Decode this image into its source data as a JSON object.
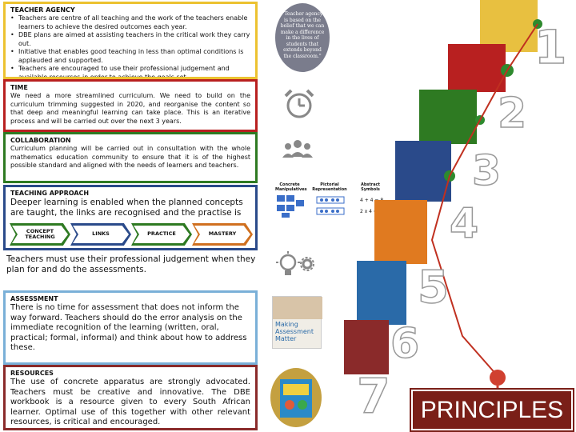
{
  "agency": {
    "heading": "TEACHER AGENCY",
    "bullets": [
      "Teachers are centre of all teaching and the work of the teachers enable learners to achieve the desired outcomes each year.",
      "DBE plans are aimed at assisting teachers in the critical work they carry out.",
      "Initiative that enables good teaching in less than optimal conditions is applauded and supported.",
      "Teachers are encouraged to use their professional judgement and available resources in order to achieve the goals set."
    ]
  },
  "time": {
    "heading": "TIME",
    "text": "We need a more streamlined curriculum. We need to build on the curriculum trimming suggested in 2020, and reorganise the content so that deep and meaningful learning can take place. This is an iterative process and will be carried out over the next 3 years."
  },
  "collaboration": {
    "heading": "COLLABORATION",
    "text": "Curriculum planning will be carried out in consultation with the whole mathematics education community to ensure that it is of the highest possible standard and aligned with the needs of learners and teachers."
  },
  "approach": {
    "heading": "TEACHING APPROACH",
    "text": "Deeper learning is enabled when the planned concepts are taught, the links are recognised and the practise is",
    "steps": [
      "CONCEPT TEACHING",
      "LINKS",
      "PRACTICE",
      "MASTERY"
    ]
  },
  "judgement": {
    "text": "Teachers must use their professional judgement when they plan for and do the assessments."
  },
  "assessment": {
    "heading": "ASSESSMENT",
    "text": "There is no time for assessment that does not inform the way forward. Teachers should do the error analysis on the immediate recognition of the learning (written, oral, practical; formal, informal) and think about how to address these."
  },
  "resources": {
    "heading": "RESOURCES",
    "text": "The use of concrete apparatus are strongly advocated. Teachers must be creative and innovative. The DBE workbook is a resource given to every South African learner. Optimal use of this together with other relevant resources, is critical and encouraged."
  },
  "quote": {
    "text": "\"Teacher agency is based on the belief that we can make a difference in the lives of students that extends beyond the classroom.\""
  },
  "manipulatives": {
    "labels": [
      "Concrete Manipulatives",
      "Pictorial Representation",
      "Abstract Symbols"
    ],
    "eq1": "4 + 4 = 8",
    "eq2": "2 x 4 = 8"
  },
  "book": {
    "title": "Making Assessment Matter"
  },
  "steps": {
    "numbers": [
      "1",
      "2",
      "3",
      "4",
      "5",
      "6",
      "7"
    ],
    "colors": [
      "#e8c040",
      "#b82020",
      "#2e7a22",
      "#2a4a8a",
      "#e07a20",
      "#2a6aa8",
      "#8a2a2a"
    ]
  },
  "footer": {
    "label": "PRINCIPLES"
  }
}
